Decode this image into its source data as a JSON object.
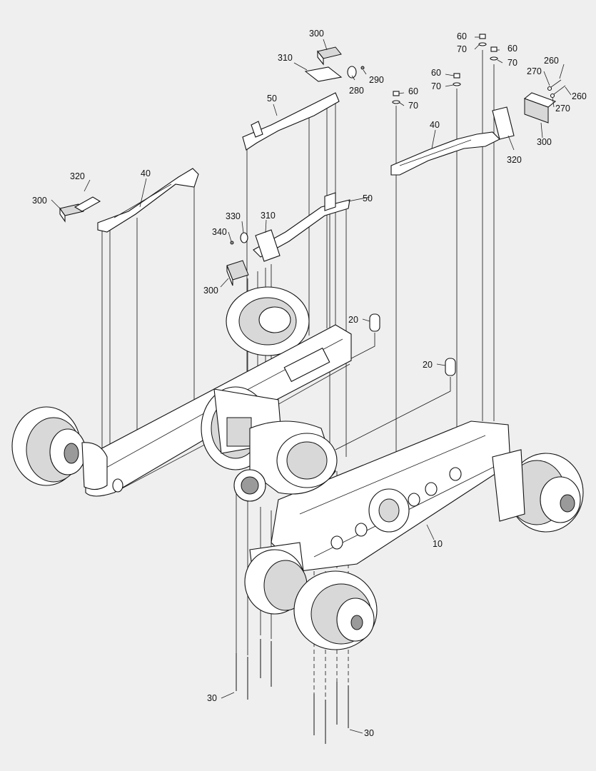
{
  "callouts": {
    "c_10": "10",
    "c_20a": "20",
    "c_20b": "20",
    "c_30a": "30",
    "c_30b": "30",
    "c_40a": "40",
    "c_40b": "40",
    "c_50a": "50",
    "c_50b": "50",
    "c_60a": "60",
    "c_60b": "60",
    "c_60c": "60",
    "c_60d": "60",
    "c_70a": "70",
    "c_70b": "70",
    "c_70c": "70",
    "c_70d": "70",
    "c_260a": "260",
    "c_260b": "260",
    "c_270a": "270",
    "c_270b": "270",
    "c_280": "280",
    "c_290": "290",
    "c_300a": "300",
    "c_300b": "300",
    "c_300c": "300",
    "c_300d": "300",
    "c_310a": "310",
    "c_310b": "310",
    "c_320a": "320",
    "c_320b": "320",
    "c_330": "330",
    "c_340": "340"
  },
  "colors": {
    "background": "#efefef",
    "line": "#111111",
    "fill": "#ffffff"
  }
}
